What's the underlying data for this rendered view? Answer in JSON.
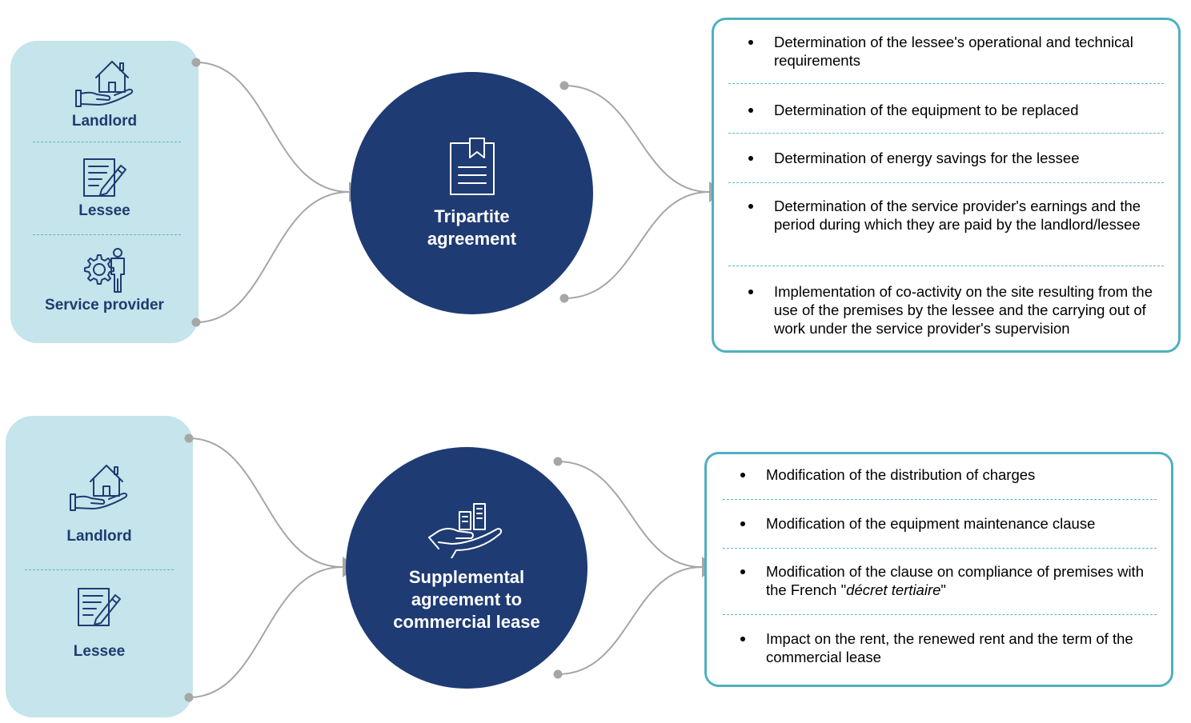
{
  "colors": {
    "panel_bg": "#c5e4eb",
    "navy": "#1f3b73",
    "teal_border": "#4fb0c0",
    "connector": "#a6a6a6"
  },
  "top": {
    "parties": [
      {
        "label": "Landlord",
        "icon": "house-in-hand-icon"
      },
      {
        "label": "Lessee",
        "icon": "document-pen-icon"
      },
      {
        "label": "Service provider",
        "icon": "gear-person-icon"
      }
    ],
    "center": {
      "title": "Tripartite agreement",
      "icon": "bookmarked-document-icon"
    },
    "details": [
      "Determination of the lessee's operational and technical requirements",
      "Determination of the equipment to be replaced",
      "Determination of energy savings for the lessee",
      "Determination of the service provider's earnings and the period during which they are paid by the landlord/lessee",
      "Implementation of co-activity on the site resulting from the use of the premises by the lessee and the carrying out of work under the service provider's supervision"
    ]
  },
  "bottom": {
    "parties": [
      {
        "label": "Landlord",
        "icon": "house-in-hand-icon"
      },
      {
        "label": "Lessee",
        "icon": "document-pen-icon"
      }
    ],
    "center": {
      "title": "Supplemental agreement to commercial lease",
      "icon": "buildings-in-hand-icon"
    },
    "details": [
      "Modification of the distribution of charges",
      "Modification of the equipment maintenance clause",
      "Modification of the clause on compliance of premises with the French \"décret tertiaire\"",
      "Impact on the rent, the renewed rent and the term of the commercial lease"
    ]
  }
}
